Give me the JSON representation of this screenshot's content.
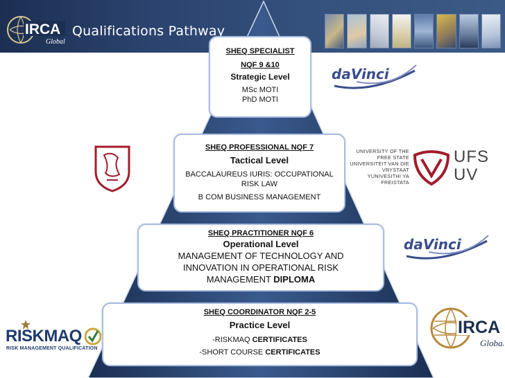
{
  "header": {
    "title": "Qualifications Pathway",
    "logo_text": "IRCA",
    "logo_subtext": "Global"
  },
  "tiers": [
    {
      "id": "specialist",
      "heading": "SHEQ SPECIALIST",
      "nqf": "NQF 9 &10",
      "level": "Strategic Level",
      "lines": [
        "MSc MOTI",
        "PhD MOTI"
      ]
    },
    {
      "id": "professional",
      "heading": "SHEQ PROFESSIONAL NQF 7",
      "level": "Tactical Level",
      "lines": [
        "BACCALAUREUS IURIS: OCCUPATIONAL RISK LAW",
        "B COM BUSINESS MANAGEMENT"
      ]
    },
    {
      "id": "practitioner",
      "heading": "SHEQ PRACTITIONER NQF 6",
      "level": "Operational Level",
      "line_main": "MANAGEMENT OF TECHNOLOGY AND INNOVATION IN OPERATIONAL RISK MANAGEMENT",
      "line_bold": "DIPLOMA"
    },
    {
      "id": "coordinator",
      "heading": "SHEQ COORDINATOR NQF 2-5",
      "level": "Practice Level",
      "line1_pre": "-RISKMAQ",
      "line1_bold": "CERTIFICATES",
      "line2_pre": "-SHORT COURSE",
      "line2_bold": "CERTIFICATES"
    }
  ],
  "logos": {
    "davinci": "daVinci",
    "ufs_text_lines": [
      "UNIVERSITY OF THE",
      "FREE STATE",
      "UNIVERSITEIT VAN DIE",
      "VRYSTAAT",
      "YUNIVESITHI YA",
      "FREISTATA"
    ],
    "ufs_mark": [
      "UFS",
      "UV"
    ],
    "riskmaq": "RISKMAQ",
    "riskmaq_sub": "RISK MANAGEMENT QUALIFICATION",
    "irca_bottom": "IRCA",
    "irca_bottom_sub": "Global"
  },
  "colors": {
    "header": "#2b436e",
    "pyramid_dark": "#22385f",
    "pyramid_mid": "#3d5c8f",
    "tier_border": "#a9bde0",
    "davinci": "#3a4d8c",
    "ufs": "#a21c2c",
    "riskmaq": "#1e3a6e"
  }
}
